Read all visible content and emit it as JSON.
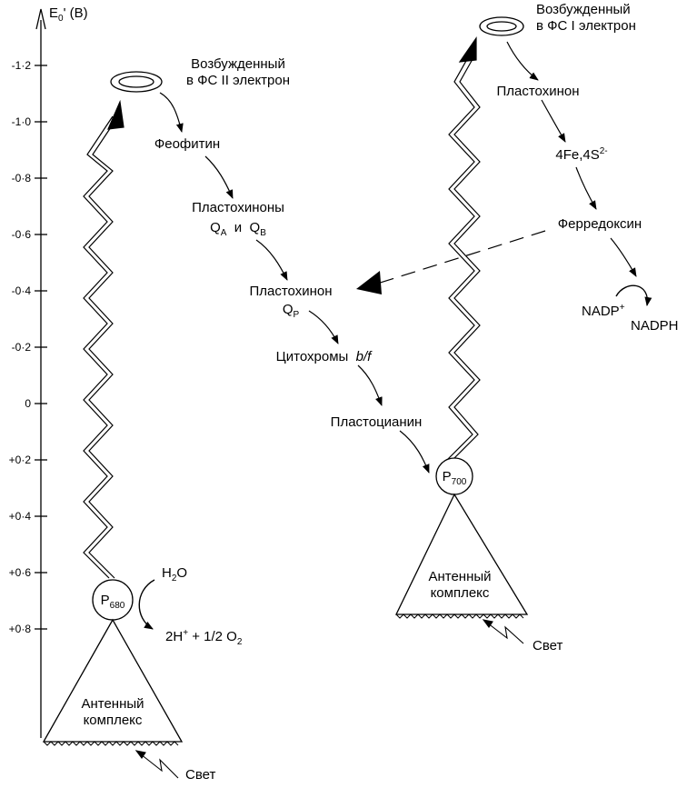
{
  "axis": {
    "label_main": "E",
    "label_sub": "0",
    "label_rest": "' (В)",
    "ticks": [
      "-1·2",
      "-1·0",
      "-0·8",
      "-0·6",
      "-0·4",
      "-0·2",
      "0",
      "+0·2",
      "+0·4",
      "+0·6",
      "+0·8"
    ]
  },
  "ps2": {
    "excited_line1": "Возбужденный",
    "excited_line2": "в ФС II электрон",
    "pheophytin": "Феофитин",
    "plastoquinones": "Пластохиноны",
    "qa_main": "Q",
    "qa_sub": "A",
    "and": "и",
    "qb_main": "Q",
    "qb_sub": "B",
    "plastoquinone": "Пластохинон",
    "qp_main": "Q",
    "qp_sub": "P",
    "cytochromes": "Цитохромы",
    "cytochromes_italic": "b/f",
    "plastocyanin": "Пластоцианин",
    "p680_main": "P",
    "p680_sub": "680",
    "h2o_main": "H",
    "h2o_sub": "2",
    "h2o_rest": "O",
    "products_a": "2H",
    "products_sup": "+",
    "products_b": " + 1/2 O",
    "products_sub": "2",
    "antenna_line1": "Антенный",
    "antenna_line2": "комплекс",
    "light": "Свет"
  },
  "ps1": {
    "excited_line1": "Возбужденный",
    "excited_line2": "в ФС I электрон",
    "plastoquinone": "Пластохинон",
    "fes_main": "4Fe,4S",
    "fes_sup": "2-",
    "ferredoxin": "Ферредоксин",
    "nadp_main": "NADP",
    "nadp_sup": "+",
    "nadph": "NADPH",
    "p700_main": "P",
    "p700_sub": "700",
    "antenna_line1": "Антенный",
    "antenna_line2": "комплекс",
    "light": "Свет"
  }
}
